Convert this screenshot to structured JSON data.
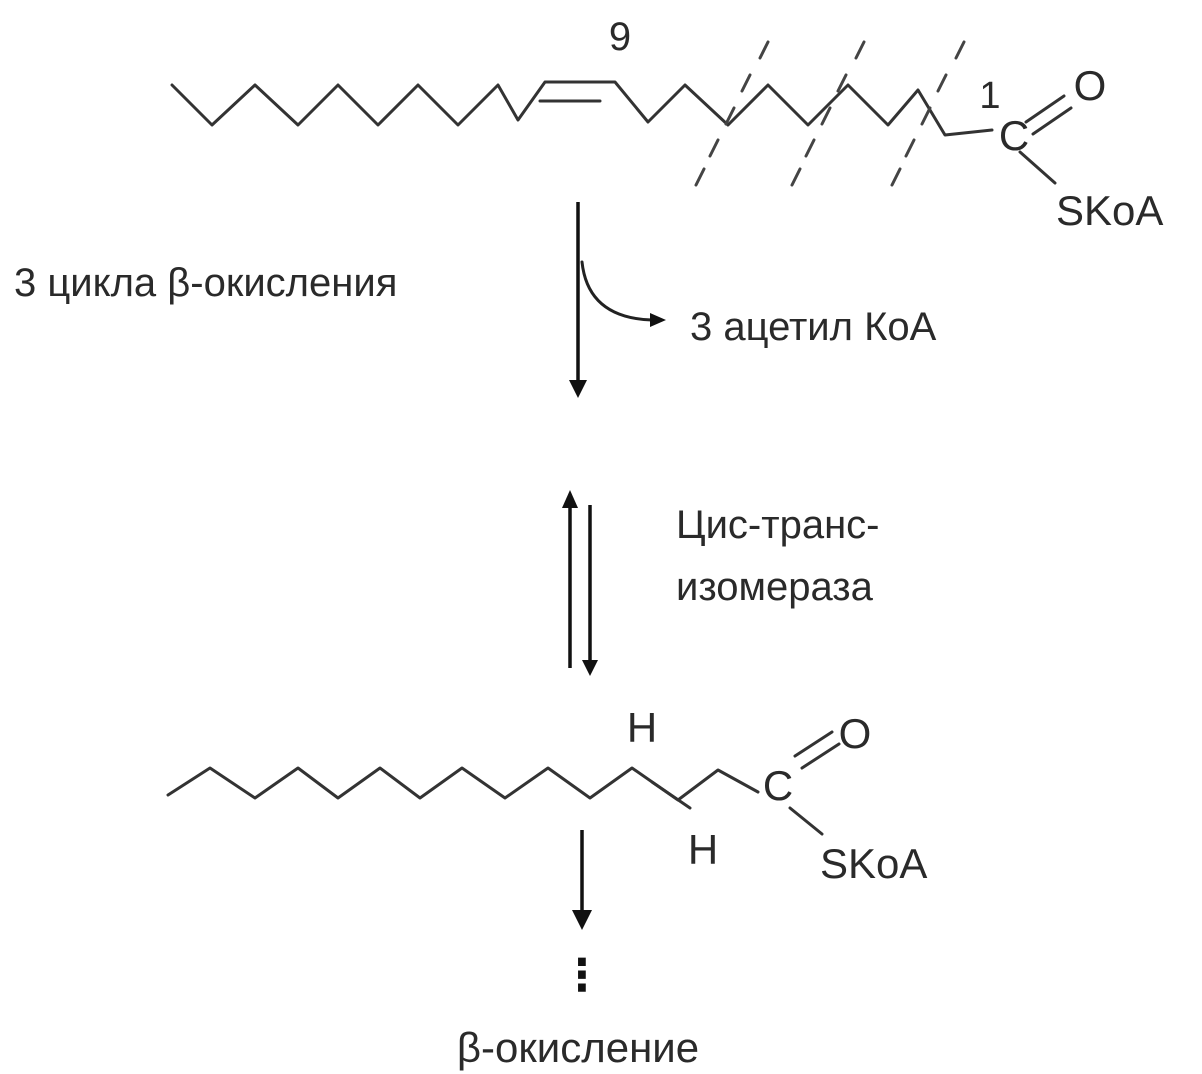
{
  "top_molecule": {
    "locant_9": "9",
    "locant_1": "1",
    "carbon": "C",
    "oxygen": "O",
    "thioester": "SKoA"
  },
  "step1": {
    "reaction_label": "3 цикла β-окисления",
    "side_product": "3 ацетил КоА"
  },
  "step2": {
    "enzyme_line1": "Цис-транс-",
    "enzyme_line2": "изомераза"
  },
  "bottom_molecule": {
    "h_top": "H",
    "h_bottom": "H",
    "carbon": "C",
    "oxygen": "O",
    "thioester": "SKoA"
  },
  "step3": {
    "continuation": "⋮",
    "final_label": "β-окисление"
  }
}
